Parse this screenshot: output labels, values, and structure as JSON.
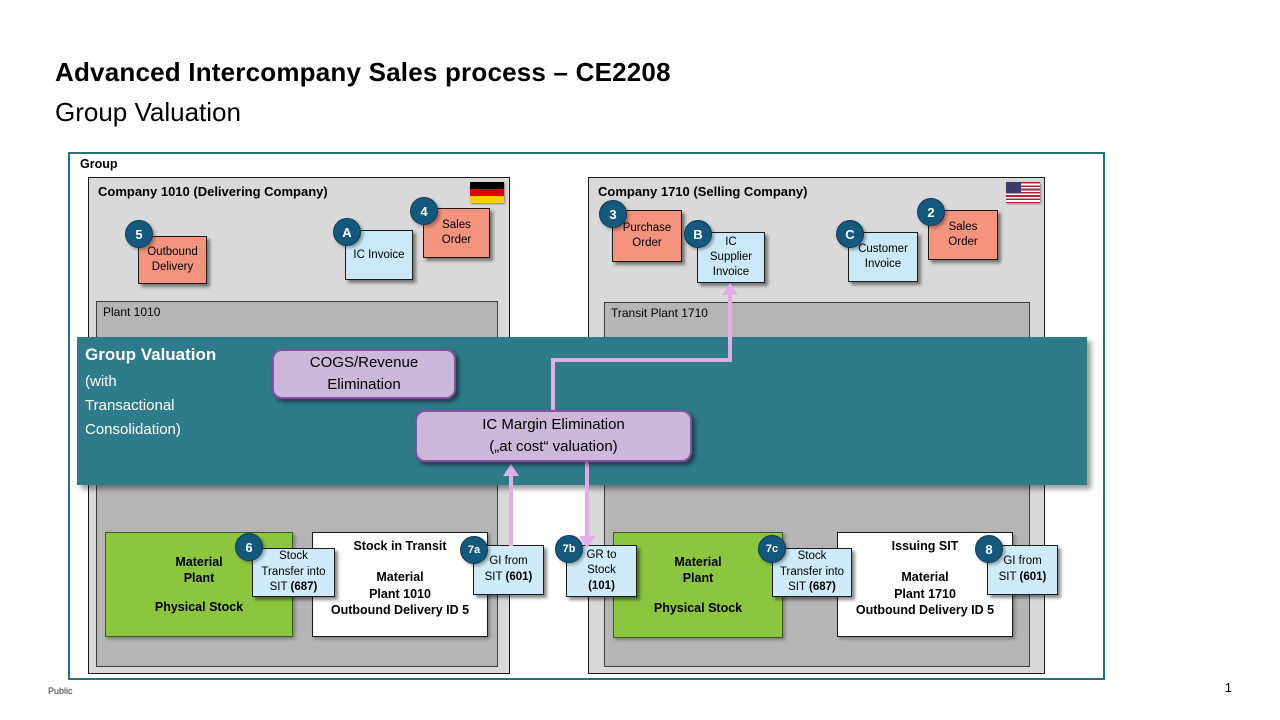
{
  "slide": {
    "title": "Advanced Intercompany Sales process – CE2208",
    "subtitle": "Group Valuation",
    "footer_classification": "Public",
    "page_number": "1"
  },
  "group": {
    "label": "Group"
  },
  "company1010": {
    "header": "Company 1010 (Delivering Company)",
    "flag": "germany-flag",
    "plant_label": "Plant 1010",
    "docs": {
      "outbound_delivery": {
        "badge": "5",
        "label": "Outbound\nDelivery"
      },
      "ic_invoice": {
        "badge": "A",
        "label": "IC Invoice"
      },
      "sales_order": {
        "badge": "4",
        "label": "Sales\nOrder"
      }
    }
  },
  "company1710": {
    "header": "Company 1710 (Selling Company)",
    "flag": "usa-flag",
    "plant_label": "Transit Plant 1710",
    "docs": {
      "purchase_order": {
        "badge": "3",
        "label": "Purchase\nOrder"
      },
      "ic_supplier_invoice": {
        "badge": "B",
        "label": "IC\nSupplier\nInvoice"
      },
      "customer_invoice": {
        "badge": "C",
        "label": "Customer\nInvoice"
      },
      "sales_order": {
        "badge": "2",
        "label": "Sales\nOrder"
      }
    }
  },
  "overlay": {
    "title": "Group Valuation",
    "subtitle": "(with\nTransactional\nConsolidation)",
    "cogs_box": "COGS/Revenue\nElimination",
    "ic_margin_box": "IC Margin Elimination\n(„at cost“ valuation)"
  },
  "stock_flow": {
    "material_plant_1010": {
      "title": "Material\nPlant",
      "subtitle": "Physical Stock"
    },
    "stock_transfer_1010": {
      "badge": "6",
      "text": "Stock\nTransfer into\nSIT ",
      "code": "(687)"
    },
    "stock_in_transit": {
      "title": "Stock in Transit",
      "detail": "Material\nPlant 1010\nOutbound Delivery ID 5"
    },
    "gi_from_sit_1010": {
      "badge": "7a",
      "text": "GI from\nSIT ",
      "code": "(601)"
    },
    "gr_to_stock": {
      "badge": "7b",
      "text": "GR to\nStock\n",
      "code": "(101)"
    },
    "material_plant_1710": {
      "title": "Material\nPlant",
      "subtitle": "Physical Stock"
    },
    "stock_transfer_1710": {
      "badge": "7c",
      "text": "Stock\nTransfer into\nSIT ",
      "code": "(687)"
    },
    "issuing_sit": {
      "title": "Issuing SIT",
      "detail": "Material\nPlant 1710\nOutbound Delivery ID 5"
    },
    "gi_from_sit_1710": {
      "badge": "8",
      "text": "GI from\nSIT ",
      "code": "(601)"
    }
  },
  "colors": {
    "band_teal": "#2E7C8A",
    "salmon_doc": "#F5947E",
    "blue_doc": "#CBE8F7",
    "green_plant": "#8CC63F",
    "badge_circle": "#14587C",
    "purple_fill": "#CBB8DA",
    "purple_border": "#8A4F9E",
    "connector": "#E3AEE8"
  }
}
